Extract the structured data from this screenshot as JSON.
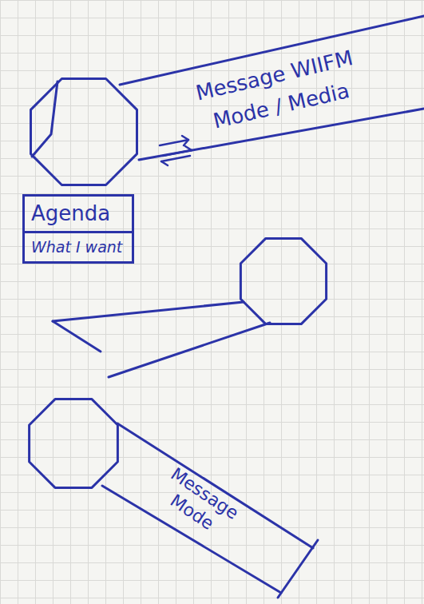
{
  "diagram": {
    "nodes": [
      {
        "text": [
          "Message WIIFM",
          "Mode / Media"
        ]
      },
      {
        "text": [
          "Agenda",
          "What I want"
        ]
      },
      {
        "text": [
          "Message",
          "Mode"
        ]
      }
    ]
  }
}
